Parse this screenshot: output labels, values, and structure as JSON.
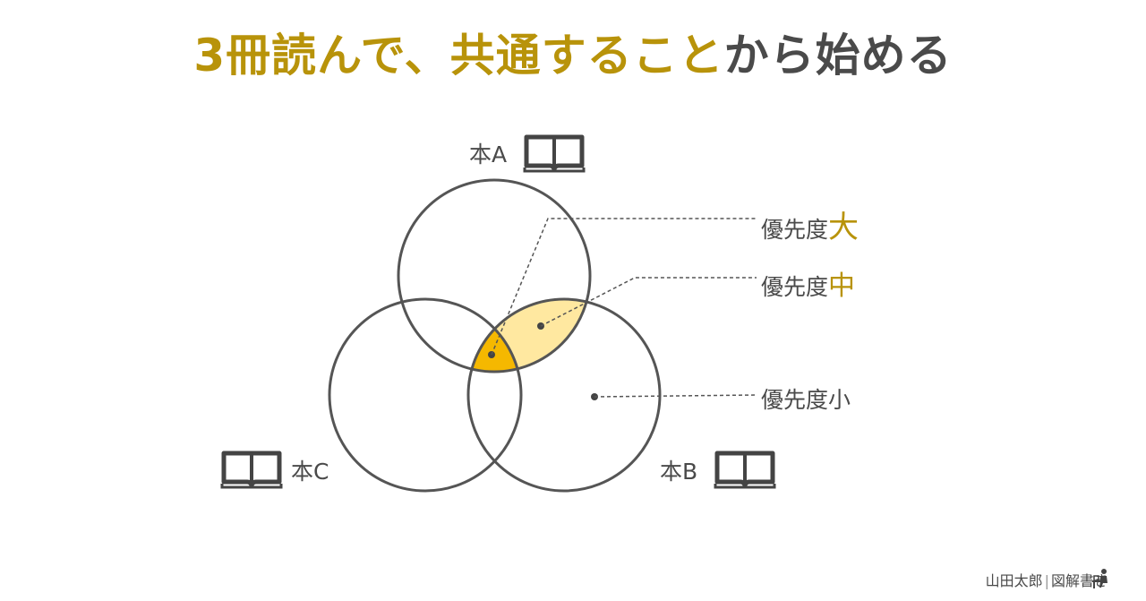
{
  "title": {
    "highlight": "3冊読んで、共通すること",
    "rest": "から始める"
  },
  "books": {
    "a": "本A",
    "b": "本B",
    "c": "本C",
    "icon": "open-book-icon"
  },
  "priority": {
    "prefix": "優先度",
    "large": "大",
    "medium": "中",
    "small": "小"
  },
  "footer": {
    "author": "山田太郎",
    "separator": "|",
    "brand": "図解書き"
  },
  "colors": {
    "accent": "#b8930a",
    "triple_overlap": "#f5b800",
    "double_overlap": "#ffe8a0",
    "stroke": "#555555"
  }
}
